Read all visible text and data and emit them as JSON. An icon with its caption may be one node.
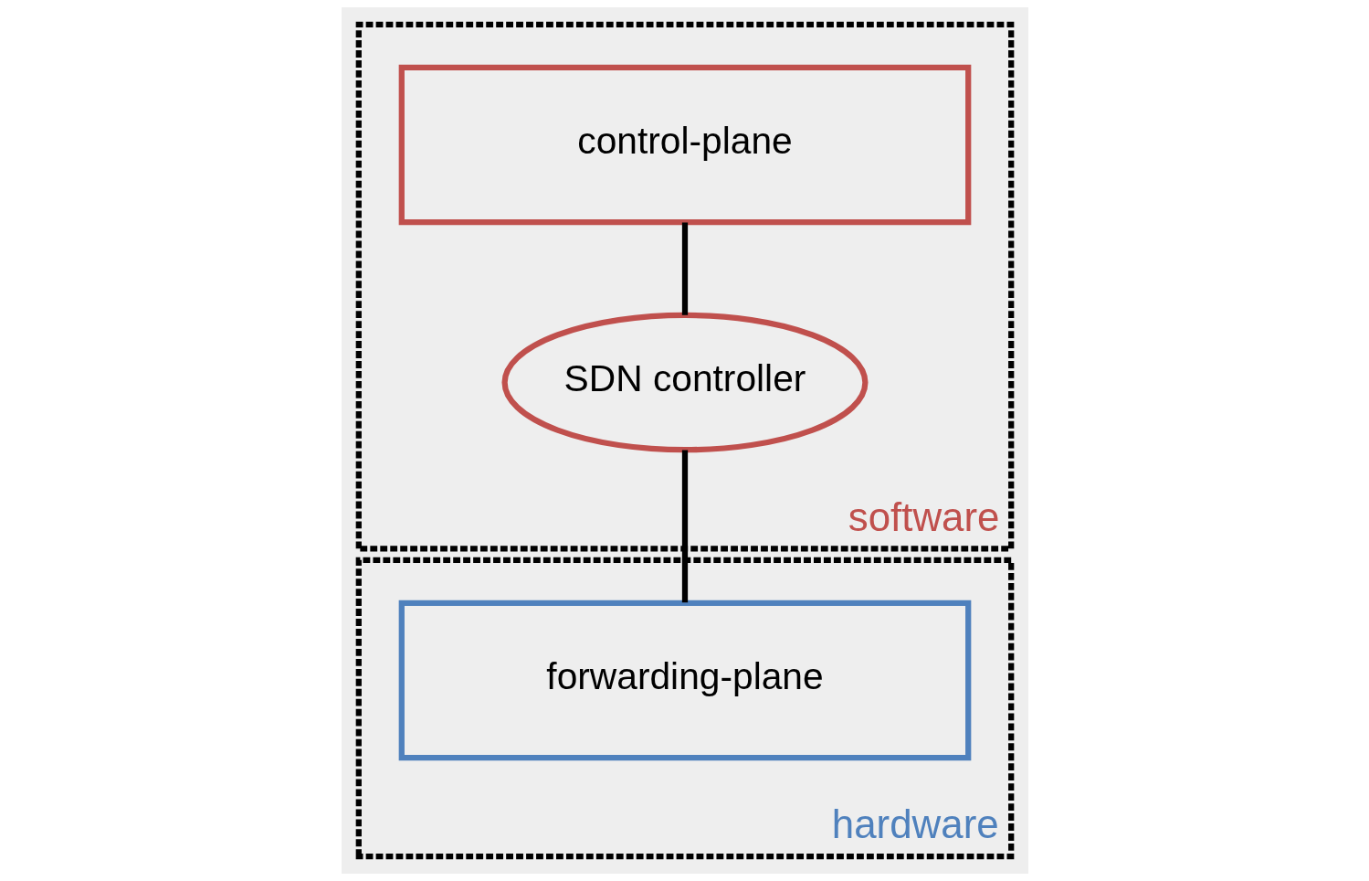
{
  "diagram": {
    "nodes": [
      {
        "text": [
          "software"
        ]
      },
      {
        "text": [
          "control-plane"
        ],
        "in": 0
      },
      {
        "text": [
          "SDN controller"
        ],
        "in": 0
      },
      {
        "text": [
          "hardware"
        ]
      },
      {
        "text": [
          "forwarding-plane"
        ],
        "in": 3
      }
    ],
    "edges": [
      {
        "from": 1,
        "to": 2,
        "arrow": "none"
      },
      {
        "from": 2,
        "to": 4,
        "arrow": "none"
      }
    ]
  }
}
